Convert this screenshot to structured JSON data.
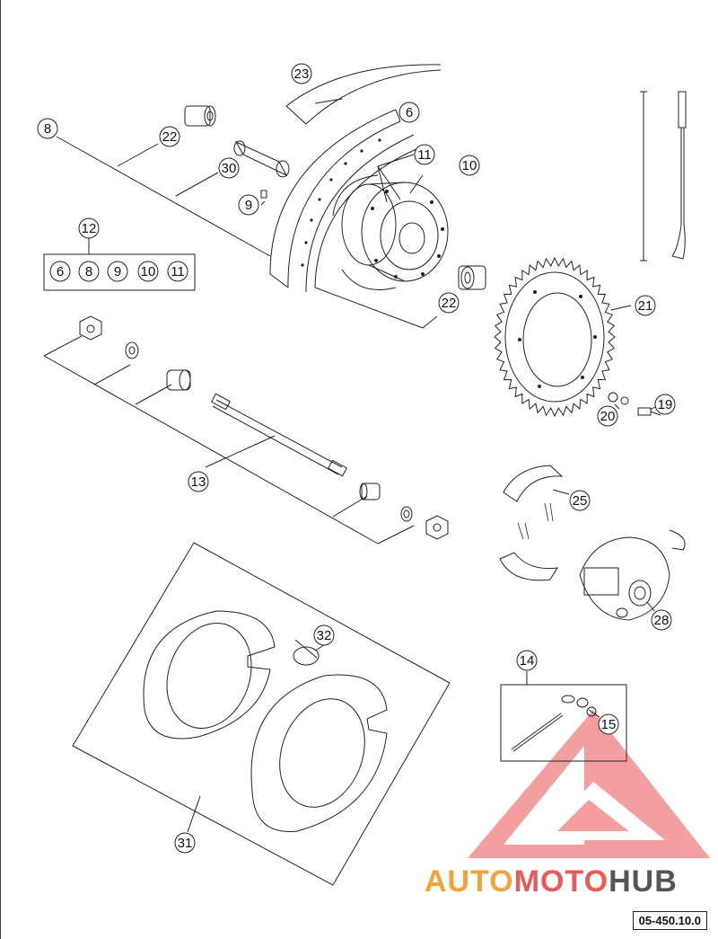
{
  "diagram": {
    "callouts": {
      "c23": "23",
      "c6": "6",
      "c8": "8",
      "c22a": "22",
      "c11": "11",
      "c10": "10",
      "c30": "30",
      "c9": "9",
      "c12": "12",
      "c22b": "22",
      "c21": "21",
      "c20": "20",
      "c19": "19",
      "c13": "13",
      "c25": "25",
      "c28": "28",
      "c14": "14",
      "c15": "15",
      "c32": "32",
      "c31": "31"
    },
    "kit_12_items": [
      "6",
      "8",
      "9",
      "10",
      "11"
    ],
    "document_number": "05-450.10.0"
  },
  "watermark": {
    "parts": [
      "AUTO",
      "MOTO",
      "HUB"
    ],
    "colors": {
      "auto": "#f2a33a",
      "moto": "#ea5a58",
      "hub": "#555555",
      "logo": "#ee4b4b"
    }
  }
}
